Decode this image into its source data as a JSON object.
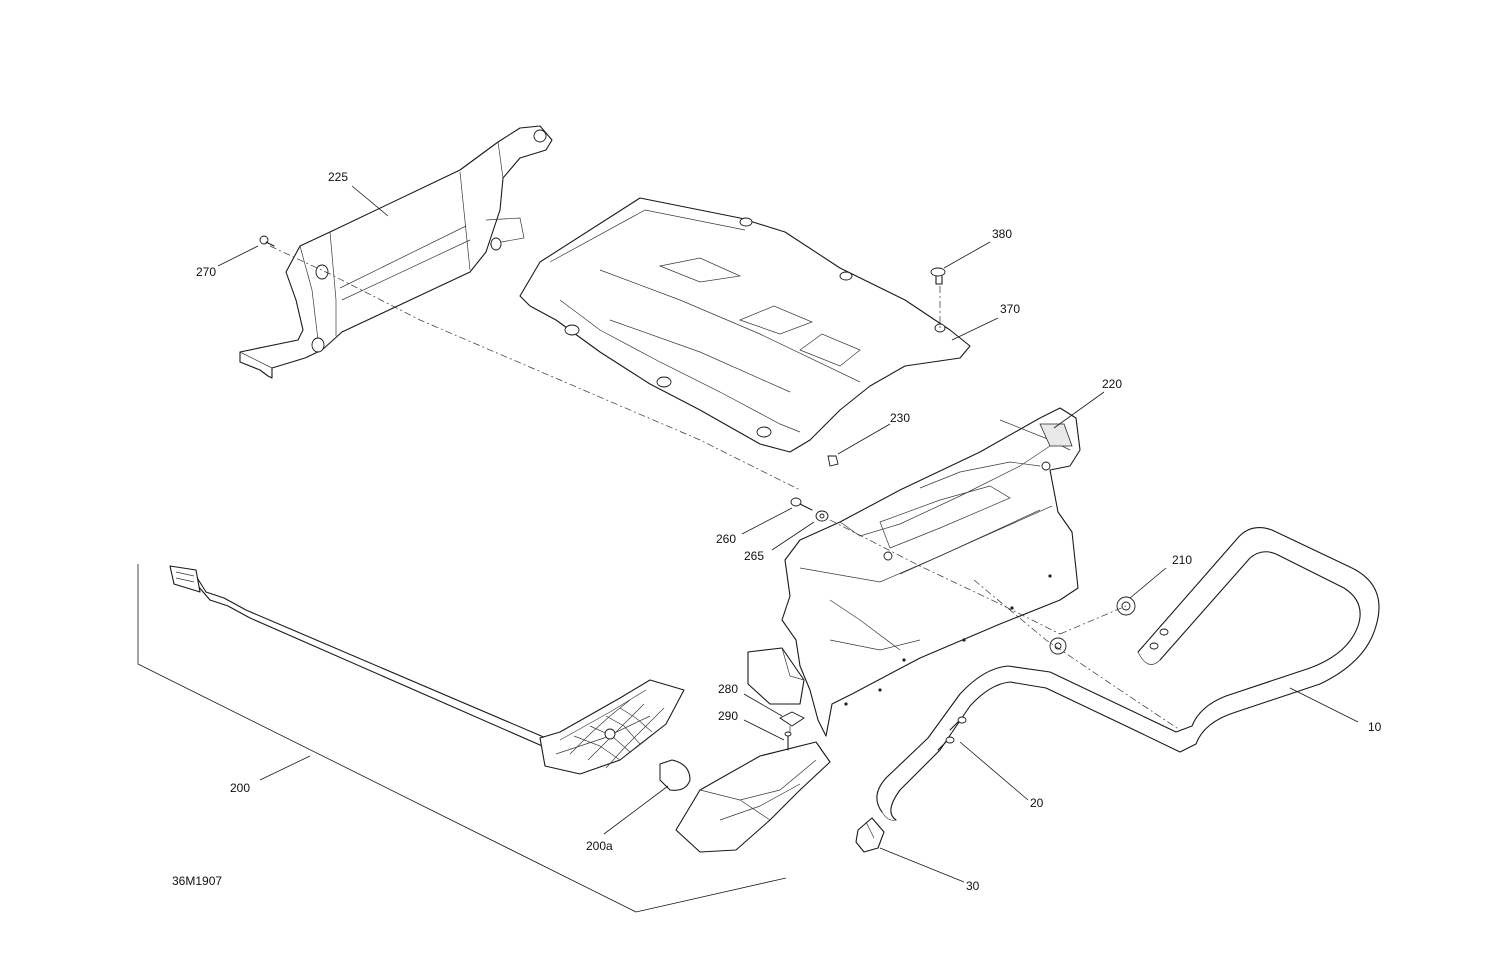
{
  "callouts": {
    "c225": "225",
    "c270": "270",
    "c380": "380",
    "c370": "370",
    "c220": "220",
    "c230": "230",
    "c260": "260",
    "c265": "265",
    "c210": "210",
    "c280": "280",
    "c290": "290",
    "c10": "10",
    "c200": "200",
    "c200a": "200a",
    "c20": "20",
    "c30": "30"
  },
  "drawing_id": "36M1907"
}
